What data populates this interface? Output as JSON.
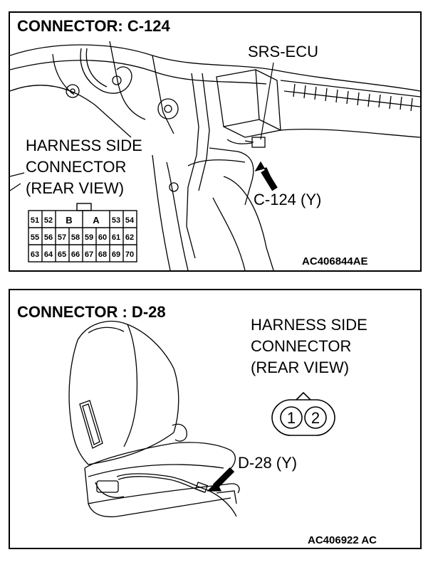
{
  "panel1": {
    "title": "CONNECTOR: C-124",
    "ecu_label": "SRS-ECU",
    "harness_line1": "HARNESS SIDE",
    "harness_line2": "CONNECTOR",
    "harness_line3": "(REAR VIEW)",
    "connector_label": "C-124 (Y)",
    "figure_code": "AC406844AE",
    "pins_row1": [
      "51",
      "52",
      "B",
      "A",
      "53",
      "54"
    ],
    "pins_row2": [
      "55",
      "56",
      "57",
      "58",
      "59",
      "60",
      "61",
      "62"
    ],
    "pins_row3": [
      "63",
      "64",
      "65",
      "66",
      "67",
      "68",
      "69",
      "70"
    ]
  },
  "panel2": {
    "title": "CONNECTOR : D-28",
    "harness_line1": "HARNESS SIDE",
    "harness_line2": "CONNECTOR",
    "harness_line3": "(REAR VIEW)",
    "connector_label": "D-28 (Y)",
    "figure_code": "AC406922 AC",
    "pins": [
      "1",
      "2"
    ]
  }
}
